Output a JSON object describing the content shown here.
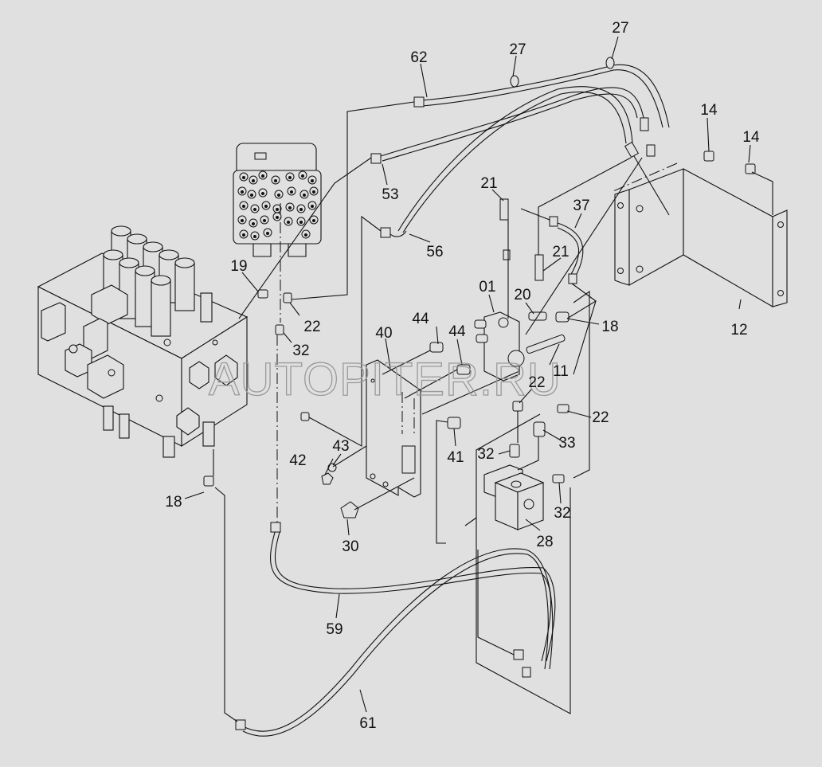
{
  "diagram": {
    "type": "exploded parts diagram",
    "subject": "hydraulic control valve, pilot valve block, brackets, fittings and hoses",
    "watermark": "AUTOPITER.RU",
    "background_color": "#e0e0e0",
    "line_color": "#111111",
    "part_labels": {
      "p62": "62",
      "p27a": "27",
      "p27b": "27",
      "p14a": "14",
      "p14b": "14",
      "p53": "53",
      "p21a": "21",
      "p37": "37",
      "p56": "56",
      "p21b": "21",
      "p19": "19",
      "p01": "01",
      "p20": "20",
      "p22a": "22",
      "p18a": "18",
      "p12": "12",
      "p32a": "32",
      "p44a": "44",
      "p40": "40",
      "p44b": "44",
      "p11": "11",
      "p22b": "22",
      "p22c": "22",
      "p33": "33",
      "p41": "41",
      "p43": "43",
      "p32b": "32",
      "p42": "42",
      "p18b": "18",
      "p32c": "32",
      "p30": "30",
      "p28": "28",
      "p59": "59",
      "p61": "61"
    },
    "components": [
      {
        "id": "control-valve",
        "description": "multi-section control valve block"
      },
      {
        "id": "pilot-valve-block",
        "description": "pilot valve block with multiple ports"
      },
      {
        "id": "bracket-12",
        "description": "L-shaped mounting bracket"
      },
      {
        "id": "plate-40",
        "description": "mounting plate"
      },
      {
        "id": "valve-01",
        "description": "valve body"
      },
      {
        "id": "block-28",
        "description": "valve block"
      },
      {
        "id": "hose-62",
        "description": "hose"
      },
      {
        "id": "hose-53",
        "description": "hose"
      },
      {
        "id": "hose-56",
        "description": "hose"
      },
      {
        "id": "hose-37",
        "description": "hose"
      },
      {
        "id": "hose-59",
        "description": "hose"
      },
      {
        "id": "hose-61",
        "description": "hose"
      }
    ]
  }
}
